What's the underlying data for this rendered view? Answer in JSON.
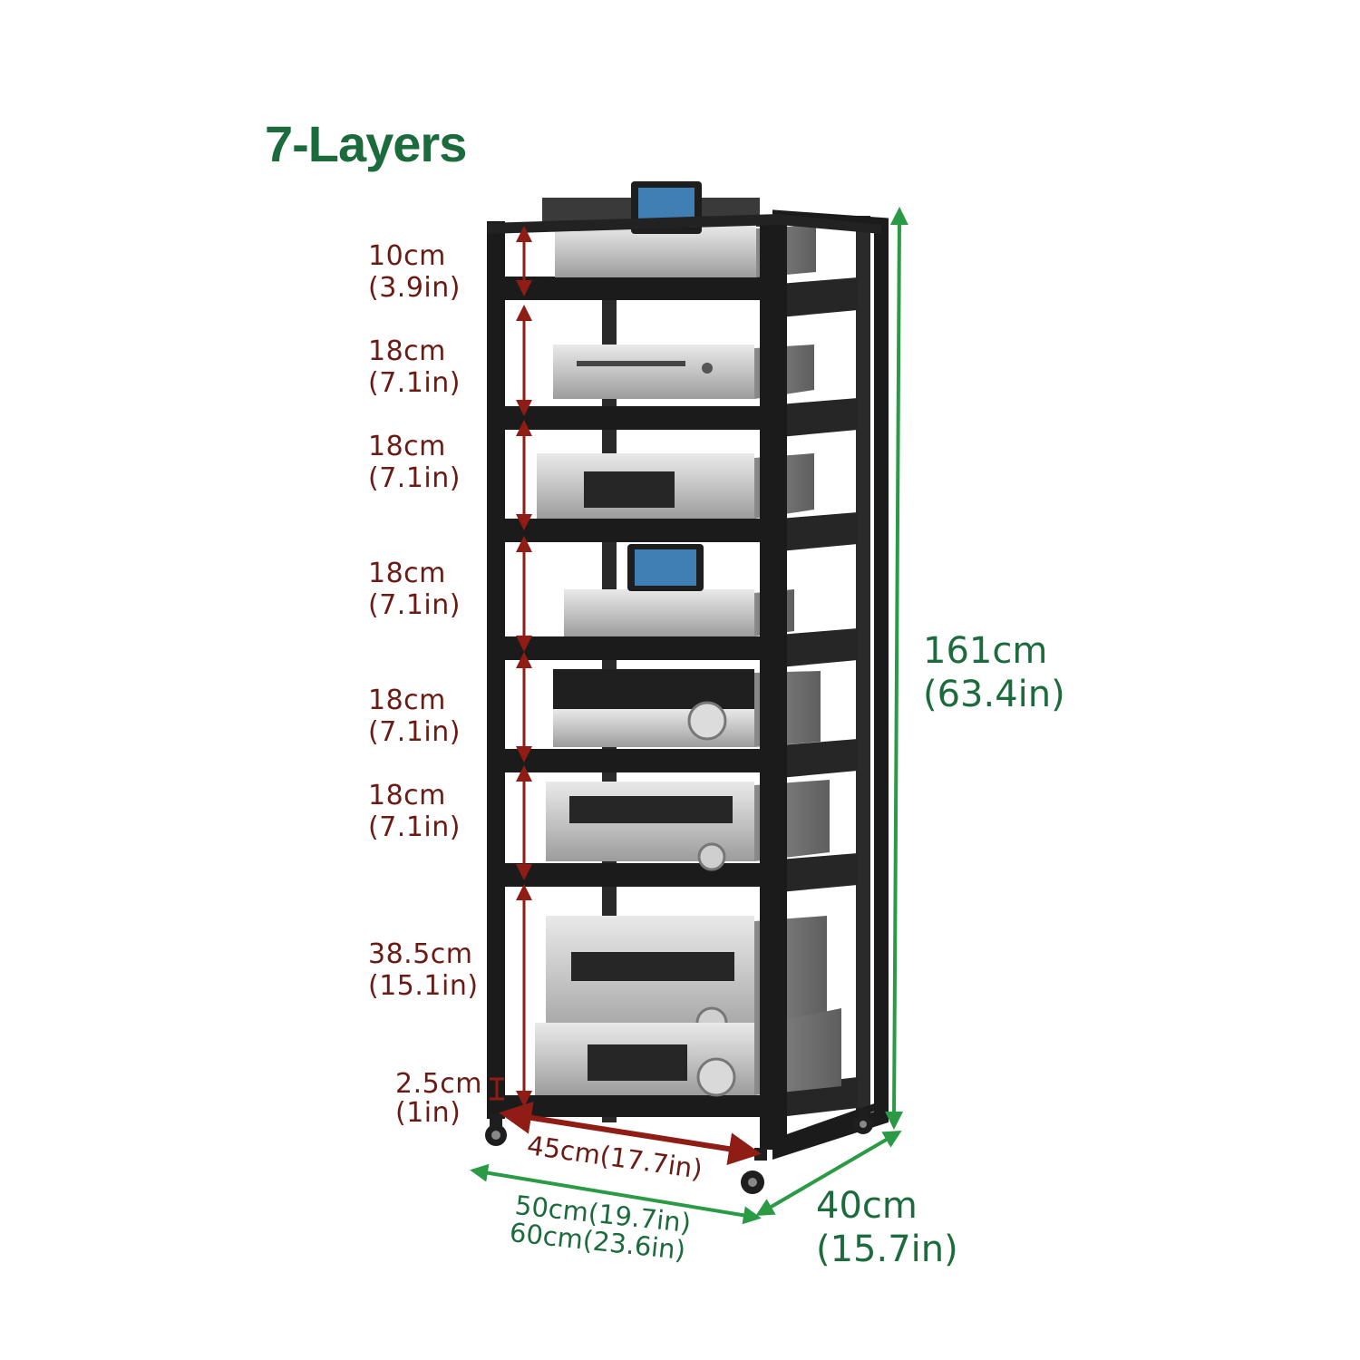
{
  "title": "7-Layers",
  "colors": {
    "green": "#1c6b3c",
    "arrow_green": "#2a9a45",
    "maroon": "#6b1a14",
    "arrow_maroon": "#8f1d16",
    "frame": "#1b1b1b"
  },
  "shelf_heights": [
    {
      "cm": "10cm",
      "in": "(3.9in)"
    },
    {
      "cm": "18cm",
      "in": "(7.1in)"
    },
    {
      "cm": "18cm",
      "in": "(7.1in)"
    },
    {
      "cm": "18cm",
      "in": "(7.1in)"
    },
    {
      "cm": "18cm",
      "in": "(7.1in)"
    },
    {
      "cm": "18cm",
      "in": "(7.1in)"
    },
    {
      "cm": "38.5cm",
      "in": "(15.1in)"
    }
  ],
  "clearance": {
    "cm": "2.5cm",
    "in": "(1in)"
  },
  "total_height": {
    "cm": "161cm",
    "in": "(63.4in)"
  },
  "shelf_width": "45cm(17.7in)",
  "base_width_min": "50cm(19.7in)",
  "base_width_max": "60cm(23.6in)",
  "depth": {
    "cm": "40cm",
    "in": "(15.7in)"
  },
  "icons": [
    "up-down-arrow-icon",
    "caster-wheel-icon",
    "audio-device-icon"
  ]
}
